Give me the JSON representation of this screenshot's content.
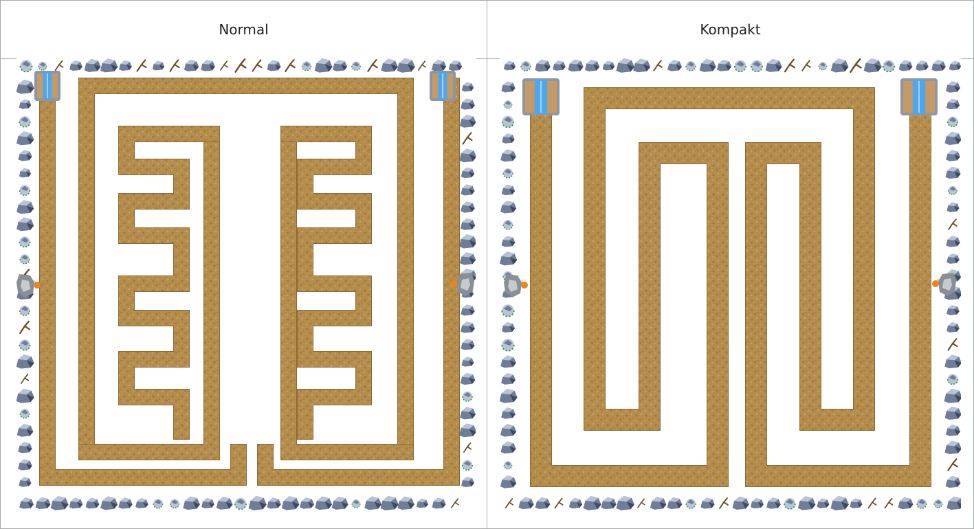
{
  "columns": [
    {
      "id": "normal",
      "label": "Normal"
    },
    {
      "id": "kompakt",
      "label": "Kompakt"
    }
  ],
  "colors": {
    "path": "#b58e4e",
    "path_dark": "#8d6a33",
    "path_light": "#d3b077",
    "ground": "#ffffff",
    "rock": "#6f7d99",
    "rock_light": "#b9c3d6",
    "rock_dark": "#3f4a61",
    "portal_frame": "#8d97a4",
    "portal_wood": "#c59a66",
    "portal_water": "#4fa6ea",
    "gate_stone": "#8a8f96",
    "gate_fire": "#e8861d",
    "twig": "#6b4e2a"
  },
  "icons": [
    "rock-icon",
    "twig-icon",
    "shrub-icon",
    "portal-icon",
    "spawn-gate-icon"
  ]
}
